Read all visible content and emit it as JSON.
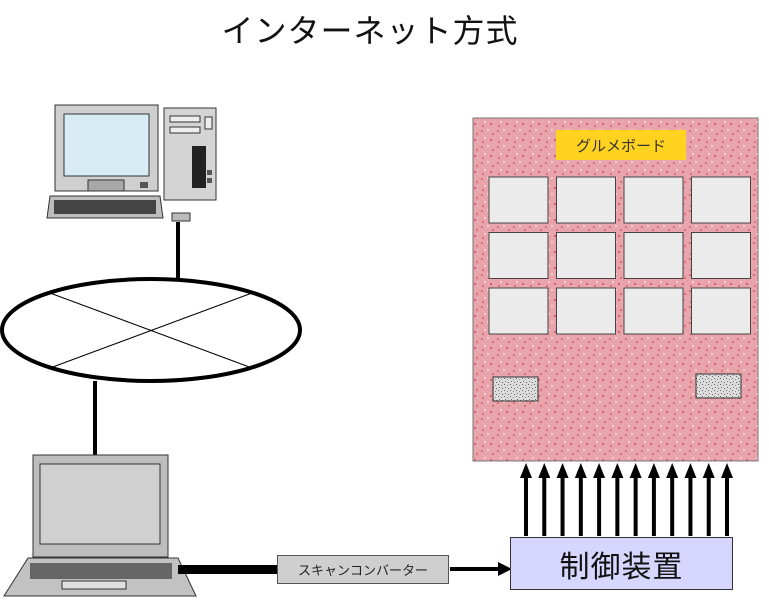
{
  "title": "インターネット方式",
  "board": {
    "label": "グルメボード",
    "panel_rows": 3,
    "panel_cols": 4,
    "background_color": "#e8a0a8"
  },
  "converter": {
    "label": "スキャンコンバーター"
  },
  "controller": {
    "label": "制御装置"
  },
  "arrows": {
    "count": 12
  },
  "icons": {
    "desktop": "desktop-computer-icon",
    "laptop": "laptop-computer-icon",
    "network": "network-ellipse-icon"
  }
}
